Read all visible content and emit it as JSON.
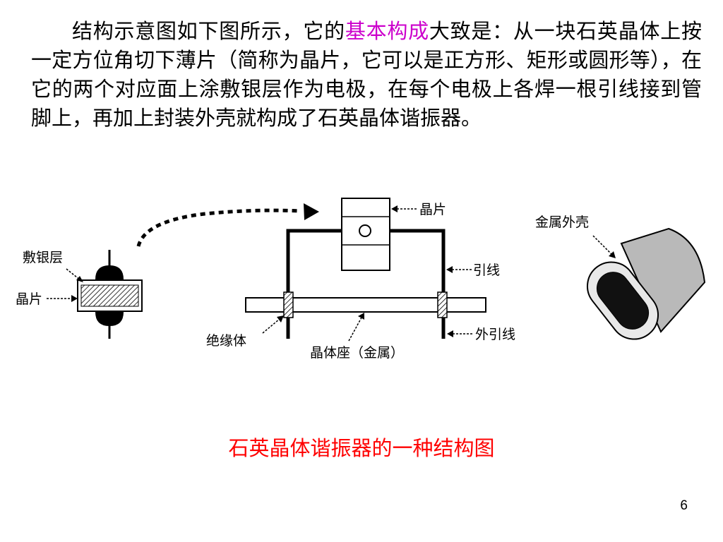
{
  "paragraph": {
    "before": "结构示意图如下图所示，它的",
    "highlight": "基本构成",
    "after": "大致是：从一块石英晶体上按一定方位角切下薄片（简称为晶片，它可以是正方形、矩形或圆形等），在它的两个对应面上涂敷银层作为电极，在每个电极上各焊一根引线接到管脚上，再加上封装外壳就构成了石英晶体谐振器。"
  },
  "diagram": {
    "labels": {
      "silver_layer": "敷银层",
      "chip_left": "晶片",
      "chip_top": "晶片",
      "lead": "引线",
      "outer_lead": "外引线",
      "insulator": "绝缘体",
      "base": "晶体座（金属）",
      "shell": "金属外壳"
    }
  },
  "caption": "石英晶体谐振器的一种结构图",
  "page_number": "6",
  "colors": {
    "highlight": "#cc00cc",
    "caption": "#ff0000"
  }
}
